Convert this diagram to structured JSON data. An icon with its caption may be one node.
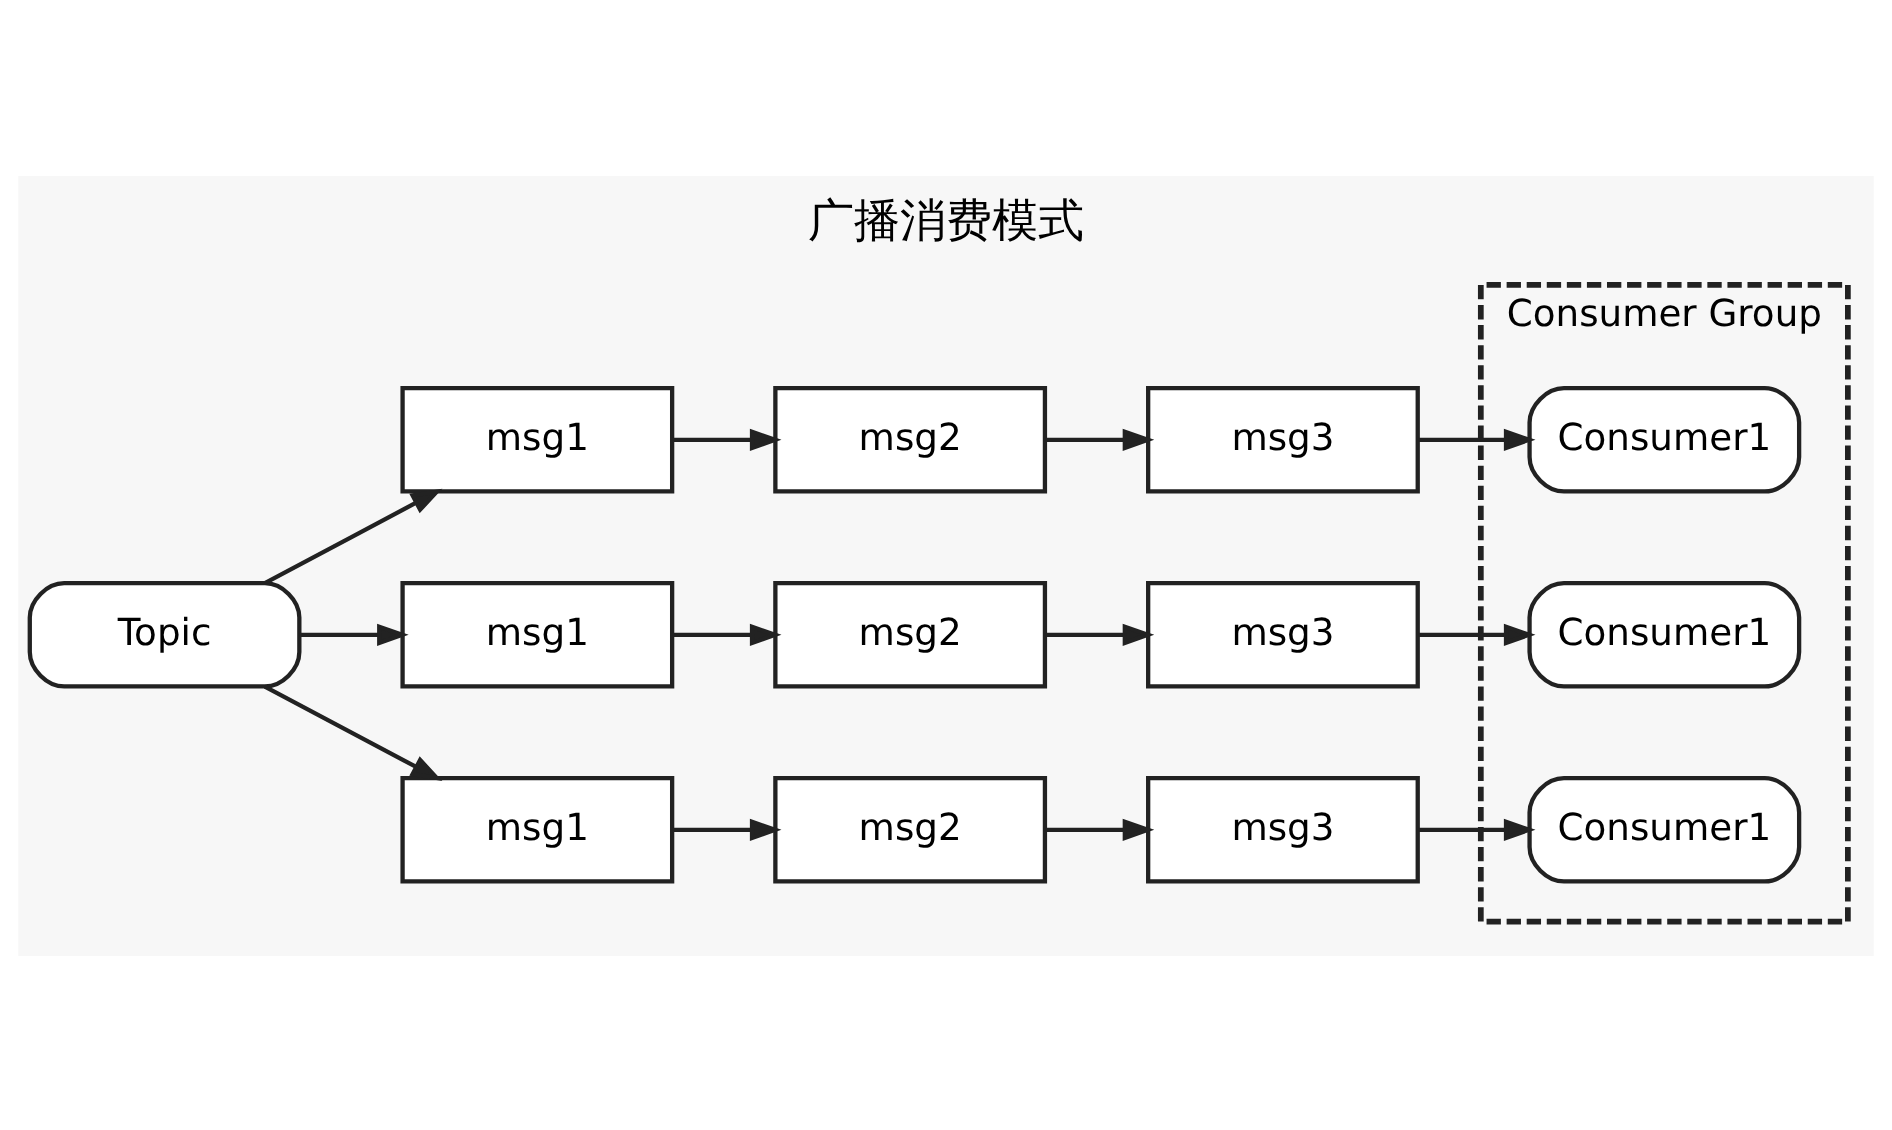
{
  "diagram": {
    "title": "广播消费模式",
    "nodes": [
      {
        "text": [
          "Topic"
        ]
      },
      {
        "text": [
          "msg1"
        ]
      },
      {
        "text": [
          "msg2"
        ]
      },
      {
        "text": [
          "msg3"
        ]
      },
      {
        "text": [
          "msg1"
        ]
      },
      {
        "text": [
          "msg2"
        ]
      },
      {
        "text": [
          "msg3"
        ]
      },
      {
        "text": [
          "msg1"
        ]
      },
      {
        "text": [
          "msg2"
        ]
      },
      {
        "text": [
          "msg3"
        ]
      },
      {
        "text": [
          "Consumer Group"
        ]
      },
      {
        "text": [
          "Consumer1"
        ],
        "in": 10
      },
      {
        "text": [
          "Consumer1"
        ],
        "in": 10
      },
      {
        "text": [
          "Consumer1"
        ],
        "in": 10
      }
    ],
    "edges": [
      {
        "from": 0,
        "to": 1,
        "arrow": "to"
      },
      {
        "from": 0,
        "to": 4,
        "arrow": "to"
      },
      {
        "from": 0,
        "to": 7,
        "arrow": "to"
      },
      {
        "from": 1,
        "to": 2,
        "arrow": "to"
      },
      {
        "from": 2,
        "to": 3,
        "arrow": "to"
      },
      {
        "from": 3,
        "to": 11,
        "arrow": "to"
      },
      {
        "from": 4,
        "to": 5,
        "arrow": "to"
      },
      {
        "from": 5,
        "to": 6,
        "arrow": "to"
      },
      {
        "from": 6,
        "to": 12,
        "arrow": "to"
      },
      {
        "from": 7,
        "to": 8,
        "arrow": "to"
      },
      {
        "from": 8,
        "to": 9,
        "arrow": "to"
      },
      {
        "from": 9,
        "to": 13,
        "arrow": "to"
      }
    ]
  }
}
